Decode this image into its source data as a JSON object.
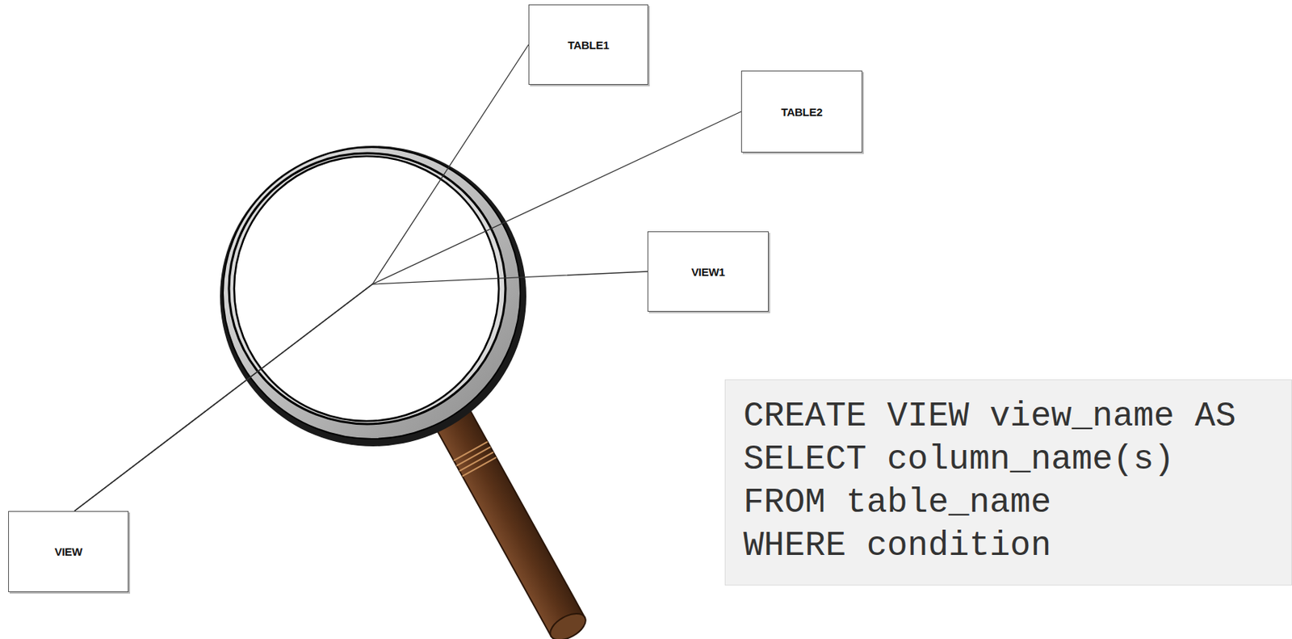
{
  "diagram": {
    "nodes": [
      {
        "text": [
          "TABLE1"
        ]
      },
      {
        "text": [
          "TABLE2"
        ]
      },
      {
        "text": [
          "VIEW1"
        ]
      },
      {
        "text": [
          "CREATE VIEW view_name AS",
          "SELECT column_name(s)",
          "FROM table_name",
          "WHERE condition"
        ]
      },
      {
        "text": [
          "VIEW"
        ]
      }
    ],
    "edges": [
      {
        "from": 0,
        "to": 4,
        "arrow": "none"
      },
      {
        "from": 1,
        "to": 4,
        "arrow": "none"
      },
      {
        "from": 2,
        "to": 4,
        "arrow": "none"
      }
    ]
  }
}
